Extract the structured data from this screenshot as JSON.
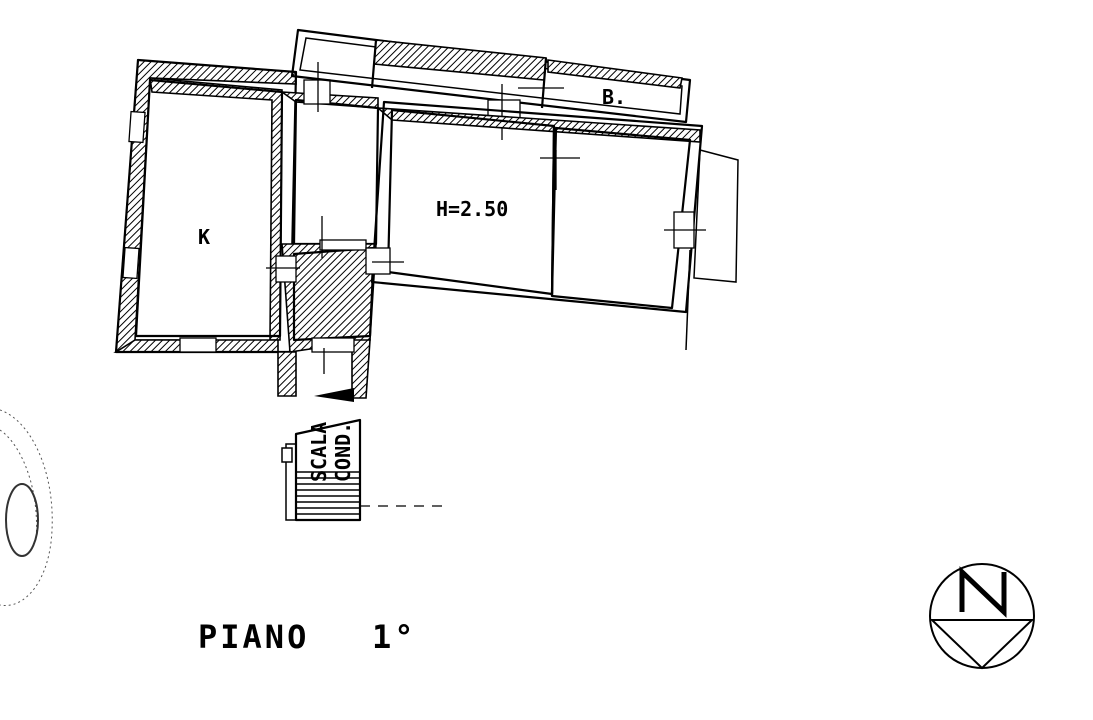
{
  "plan": {
    "title": "PIANO",
    "floor": "1°",
    "rooms": {
      "kitchen": "K",
      "height": "H=2.50",
      "bath": "B."
    },
    "stair": {
      "line1": "SCALA",
      "line2": "COND."
    },
    "north_symbol": "N"
  }
}
